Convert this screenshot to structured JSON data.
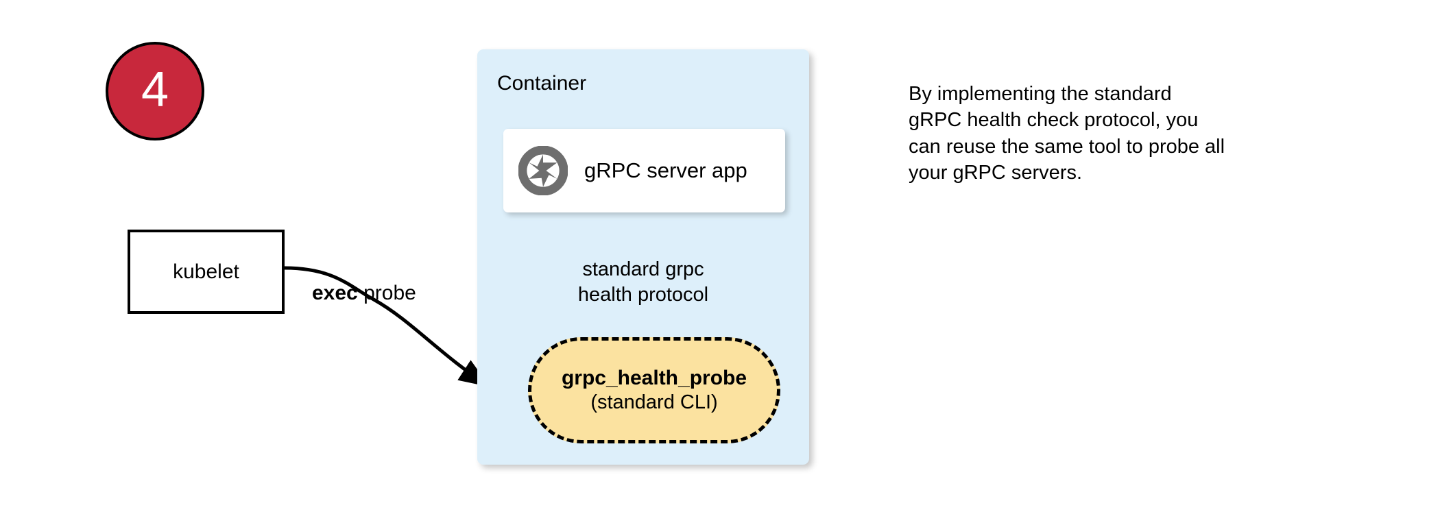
{
  "step": {
    "number": "4",
    "fill_color": "#C8283C",
    "text_color": "#FFFFFF",
    "border_color": "#000000"
  },
  "kubelet": {
    "label": "kubelet"
  },
  "edges": {
    "exec_probe": {
      "label_strong": "exec",
      "label_rest": " probe",
      "icon": "curved-arrow-icon"
    },
    "health_protocol": {
      "line1": "standard grpc",
      "line2": "health protocol",
      "icon": "up-arrow-icon"
    }
  },
  "container": {
    "title": "Container",
    "fill_color": "#DDEFFA",
    "server_card": {
      "label": "gRPC server app",
      "icon": "aperture-icon",
      "icon_color": "#6E6E6E",
      "fill_color": "#FFFFFF"
    },
    "probe_pill": {
      "title": "grpc_health_probe",
      "subtitle": "(standard CLI)",
      "fill_color": "#FBE2A0",
      "border_style": "dashed",
      "border_color": "#000000"
    }
  },
  "annotation": {
    "lines": [
      "By implementing the standard",
      "gRPC health check protocol, you",
      "can reuse the same tool to probe all",
      "your gRPC servers."
    ]
  }
}
